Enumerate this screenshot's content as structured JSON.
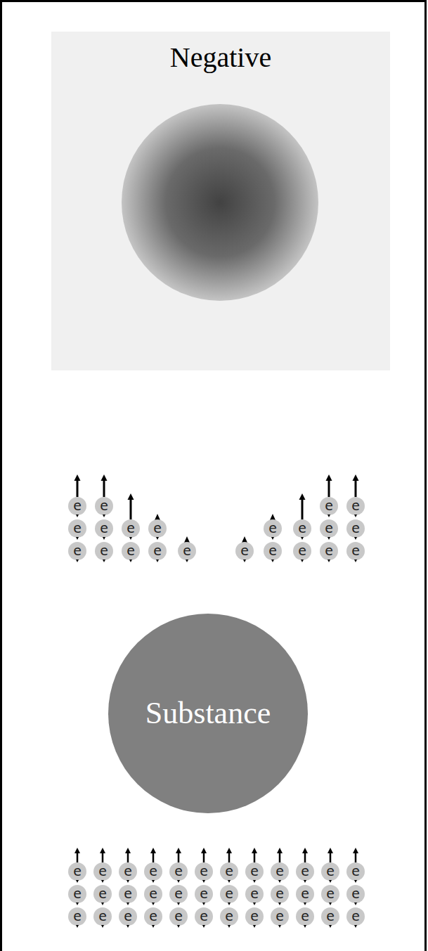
{
  "diagram": {
    "nodes": [
      {
        "text": [
          "Negative"
        ]
      },
      {
        "text": [
          "Substance"
        ]
      }
    ],
    "labels": [
      "e",
      "e",
      "e",
      "e",
      "e",
      "e",
      "e",
      "e",
      "e",
      "e",
      "e",
      "e",
      "e",
      "e",
      "e",
      "e",
      "e",
      "e",
      "e",
      "e",
      "e",
      "e",
      "e",
      "e",
      "e",
      "e",
      "e",
      "e",
      "e",
      "e",
      "e",
      "e",
      "e",
      "e",
      "e",
      "e",
      "e",
      "e",
      "e",
      "e",
      "e",
      "e",
      "e",
      "e",
      "e",
      "e",
      "e",
      "e",
      "e",
      "e",
      "e",
      "e",
      "e",
      "e",
      "e",
      "e",
      "e",
      "e"
    ]
  }
}
